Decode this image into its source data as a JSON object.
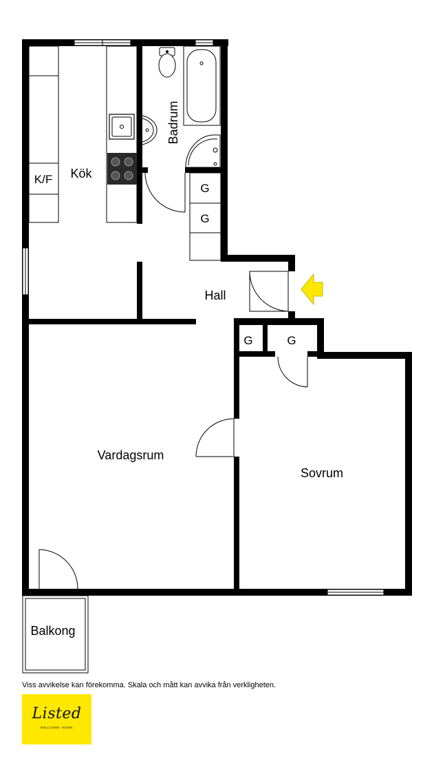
{
  "rooms": {
    "kitchen": "Kök",
    "fridge": "K/F",
    "bathroom": "Badrum",
    "hall": "Hall",
    "living_room": "Vardagsrum",
    "bedroom": "Sovrum",
    "balcony": "Balkong",
    "closet": "G"
  },
  "disclaimer": "Viss avvikelse kan förekomma. Skala och mått kan avvika från verkligheten.",
  "logo": {
    "name": "Listed",
    "tagline": "WELCOME HOME"
  },
  "colors": {
    "wall": "#000000",
    "entrance_arrow": "#ffe800",
    "logo_bg": "#ffe800"
  }
}
